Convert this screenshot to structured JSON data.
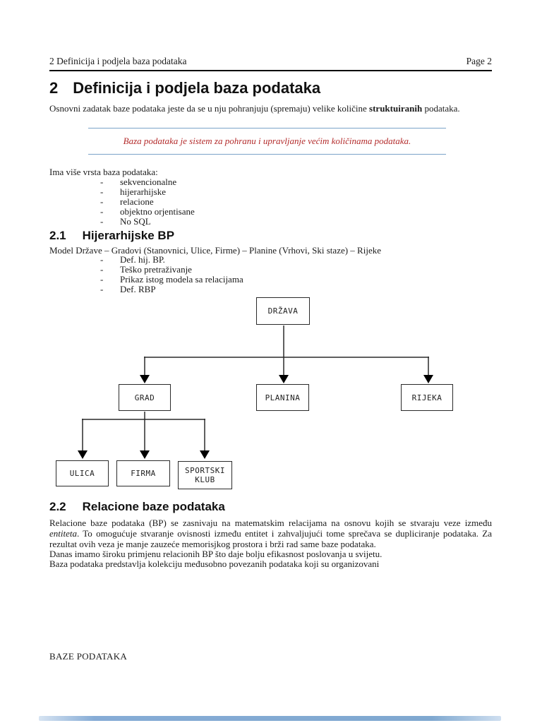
{
  "header": {
    "left": "2 Definicija i podjela baza podataka",
    "right": "Page 2"
  },
  "title": {
    "number": "2",
    "text": "Definicija i podjela baza podataka"
  },
  "intro": {
    "before_bold": "Osnovni zadatak baze podataka jeste da se u nju pohranjuju (spremaju) velike količine ",
    "bold": "struktuiranih",
    "after_bold": " podataka."
  },
  "quote": {
    "text": "Baza podataka je sistem za pohranu i upravljanje većim količinama podataka.",
    "text_color": "#b32b2b",
    "rule_color": "#7ba3c9"
  },
  "types": {
    "label": "Ima više vrsta baza podataka:",
    "items": [
      "sekvencionalne",
      "hijerarhijske",
      "relacione",
      "objektno orjentisane",
      "No SQL"
    ]
  },
  "section21": {
    "number": "2.1",
    "title": "Hijerarhijske BP",
    "model_line": "Model  Države – Gradovi (Stanovnici, Ulice, Firme) – Planine (Vrhovi, Ski staze) – Rijeke",
    "items": [
      "Def. hij. BP.",
      "Teško pretraživanje",
      "Prikaz istog modela sa relacijama",
      "Def. RBP"
    ]
  },
  "diagram": {
    "nodes": {
      "drzava": "DRŽAVA",
      "grad": "GRAD",
      "planina": "PLANINA",
      "rijeka": "RIJEKA",
      "ulica": "ULICA",
      "firma": "FIRMA",
      "sportski_klub": "SPORTSKI KLUB"
    }
  },
  "section22": {
    "number": "2.2",
    "title": "Relacione baze podataka",
    "para1_before_italic": "Relacione baze podataka (BP) se zasnivaju na matematskim relacijama na osnovu kojih se stvaraju veze između ",
    "para1_italic": "entiteta",
    "para1_after_italic": ". To omogućuje stvaranje ovisnosti između entitet i zahvaljujući tome sprečava se dupliciranje podataka. Za rezultat ovih veza je manje zauzeće memorisjkog prostora i brži rad same baze podataka.",
    "para2": "Danas imamo široku primjenu relacionih BP što daje bolju efikasnost poslovanja u svijetu.",
    "para3": "Baza podataka predstavlja kolekciju međusobno povezanih podataka koji su organizovani"
  },
  "footer": {
    "text": "BAZE PODATAKA"
  },
  "colors": {
    "bottom_bar": "#7fa8d0"
  }
}
